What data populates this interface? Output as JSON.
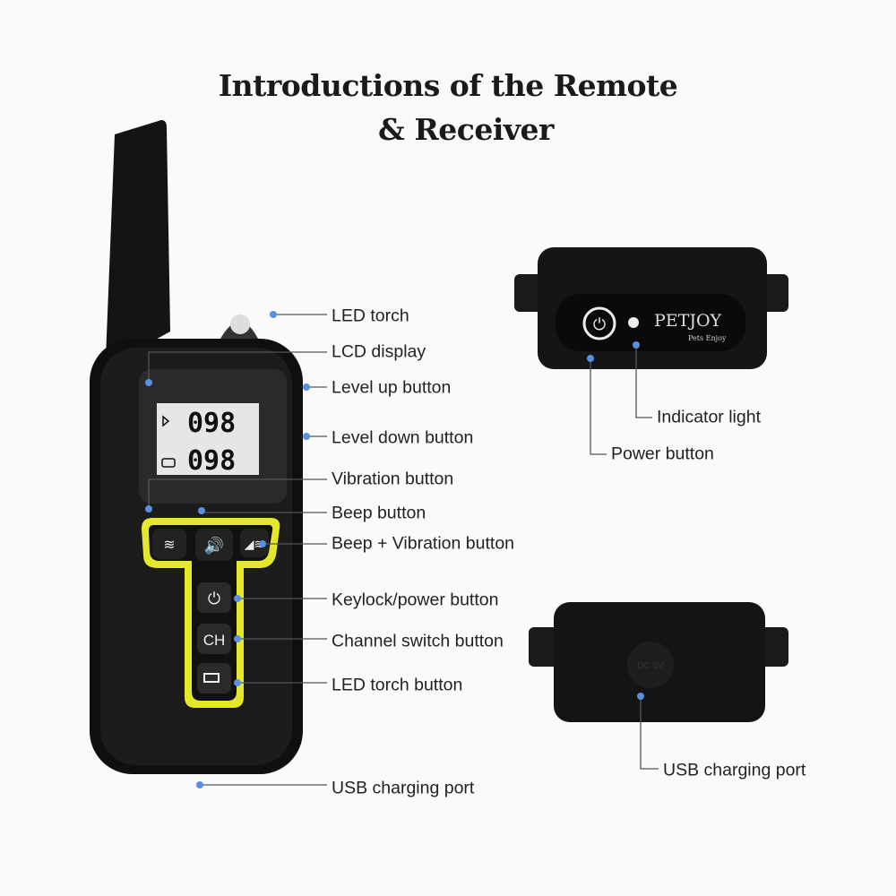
{
  "title": {
    "line1": "Introductions of the Remote",
    "line2": "& Receiver"
  },
  "remote": {
    "lcd_top_value": "098",
    "lcd_bottom_value": "098",
    "channel_button_text": "CH",
    "callouts": [
      "LED torch",
      "LCD display",
      "Level up button",
      "Level down button",
      "Vibration button",
      "Beep button",
      "Beep + Vibration button",
      "Keylock/power button",
      "Channel switch button",
      "LED torch button",
      "USB charging port"
    ]
  },
  "receiver": {
    "brand": "PETJOY",
    "brand_tagline": "Pets Enjoy",
    "port_cover_text": "DC 5V",
    "callouts": [
      "Indicator light",
      "Power button",
      "USB charging port"
    ]
  },
  "colors": {
    "accent_yellow": "#e5e82a",
    "callout_dot": "#5b8fe0",
    "body": "#121212"
  }
}
